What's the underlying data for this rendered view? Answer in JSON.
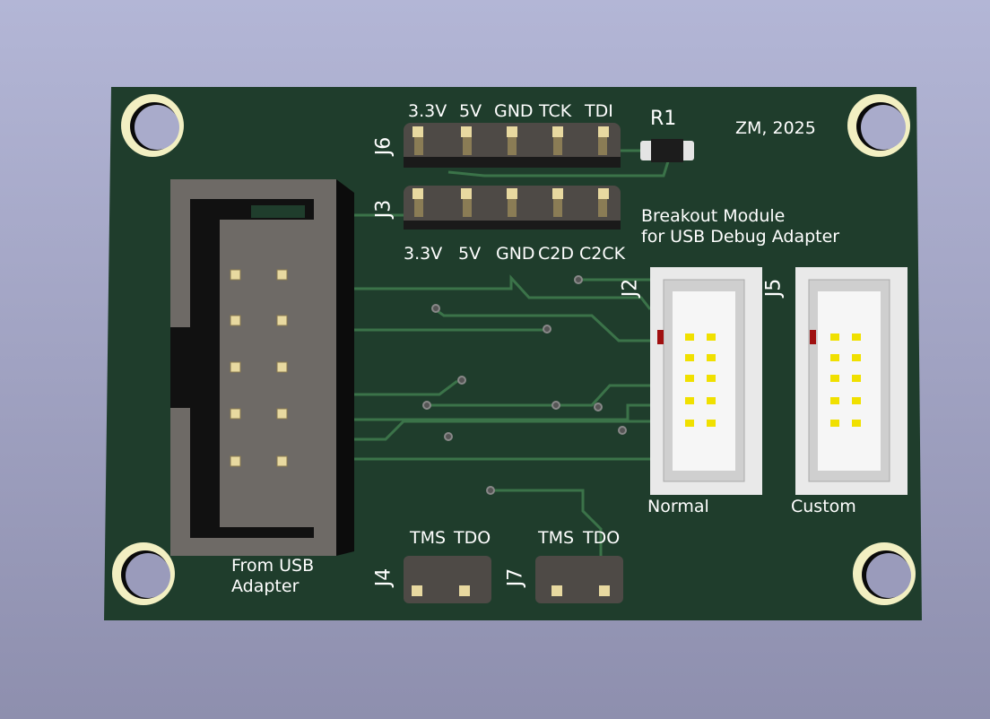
{
  "board": {
    "author": "ZM, 2025",
    "title_line1": "Breakout Module",
    "title_line2": "for USB Debug Adapter",
    "source_line1": "From USB",
    "source_line2": "Adapter",
    "colors": {
      "soldermask": "#1f3d2c",
      "trace": "#3b7349",
      "silkscreen": "#ffffff",
      "pad": "#e8d9a0",
      "background": "#a8abcc"
    }
  },
  "components": {
    "j6": {
      "ref": "J6",
      "pins": [
        "3.3V",
        "5V",
        "GND",
        "TCK",
        "TDI"
      ]
    },
    "j3": {
      "ref": "J3",
      "pins": [
        "3.3V",
        "5V",
        "GND",
        "C2D",
        "C2CK"
      ]
    },
    "r1": {
      "ref": "R1"
    },
    "j2": {
      "ref": "J2",
      "label": "Normal"
    },
    "j5": {
      "ref": "J5",
      "label": "Custom"
    },
    "j4": {
      "ref": "J4",
      "pins": [
        "TMS",
        "TDO"
      ]
    },
    "j7": {
      "ref": "J7",
      "pins": [
        "TMS",
        "TDO"
      ]
    }
  }
}
